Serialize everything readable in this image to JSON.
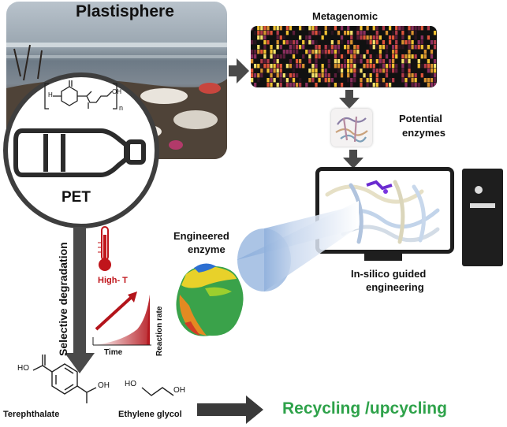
{
  "title": "Plastisphere",
  "metagenomic": "Metagenomic",
  "potential": {
    "line1": "Potential",
    "line2": "enzymes"
  },
  "pet": {
    "label": "PET",
    "subscript": "n",
    "oh": "OH",
    "h": "H"
  },
  "selective": "Selective degradation",
  "temperature": "High- T",
  "rate_axis": {
    "x": "Time",
    "y": "Reaction rate"
  },
  "engineered": {
    "line1": "Engineered",
    "line2": "enzyme"
  },
  "insilico": {
    "line1": "In-silico guided",
    "line2": "engineering"
  },
  "products": {
    "terephthalate": "Terephthalate",
    "ethylene_glycol": "Ethylene glycol",
    "ho": "HO",
    "oh": "OH"
  },
  "recycling": "Recycling /upcycling",
  "colors": {
    "arrow": "#4a4a4a",
    "recycling": "#2ea24a",
    "thermo": "#c0151b",
    "monitor": "#1e1e1e"
  }
}
